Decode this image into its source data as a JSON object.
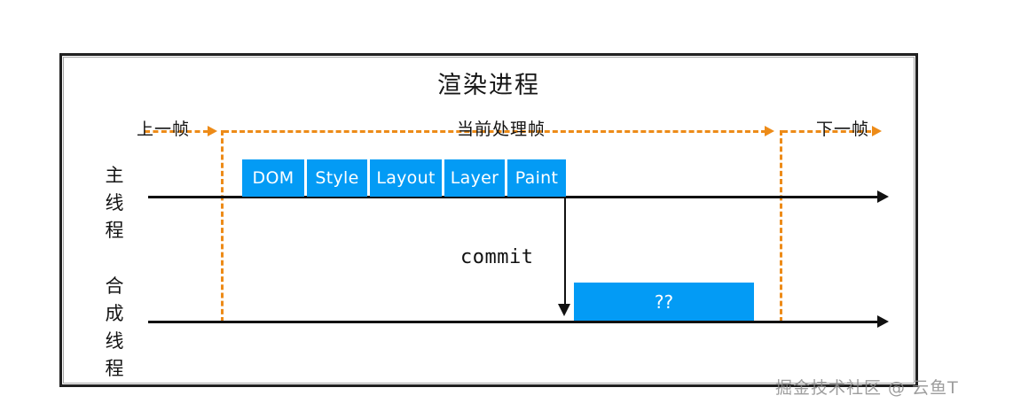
{
  "diagram": {
    "title": "渲染进程",
    "frame_markers": {
      "previous_frame": "上一帧",
      "current_frame": "当前处理帧",
      "next_frame": "下一帧"
    },
    "lanes": [
      {
        "id": "main-thread",
        "label": "主线程",
        "chars": [
          "主",
          "线",
          "程"
        ]
      },
      {
        "id": "compositor-thread",
        "label": "合成线程",
        "chars": [
          "合",
          "成",
          "线",
          "程"
        ]
      }
    ],
    "main_thread_stages": [
      {
        "label": "DOM",
        "width": 70
      },
      {
        "label": "Style",
        "width": 68
      },
      {
        "label": "Layout",
        "width": 81
      },
      {
        "label": "Layer",
        "width": 68
      },
      {
        "label": "Paint",
        "width": 66
      }
    ],
    "commit": {
      "label": "commit"
    },
    "compositor_task": {
      "label": "??"
    },
    "colors": {
      "stage_blue": "#039BF5",
      "frame_orange": "#ED8B18",
      "axis_black": "#111111",
      "text_black": "#141414",
      "watermark_gray": "#8d8d8d"
    }
  },
  "watermark": {
    "text": "掘金技术社区 @ 云鱼T"
  }
}
